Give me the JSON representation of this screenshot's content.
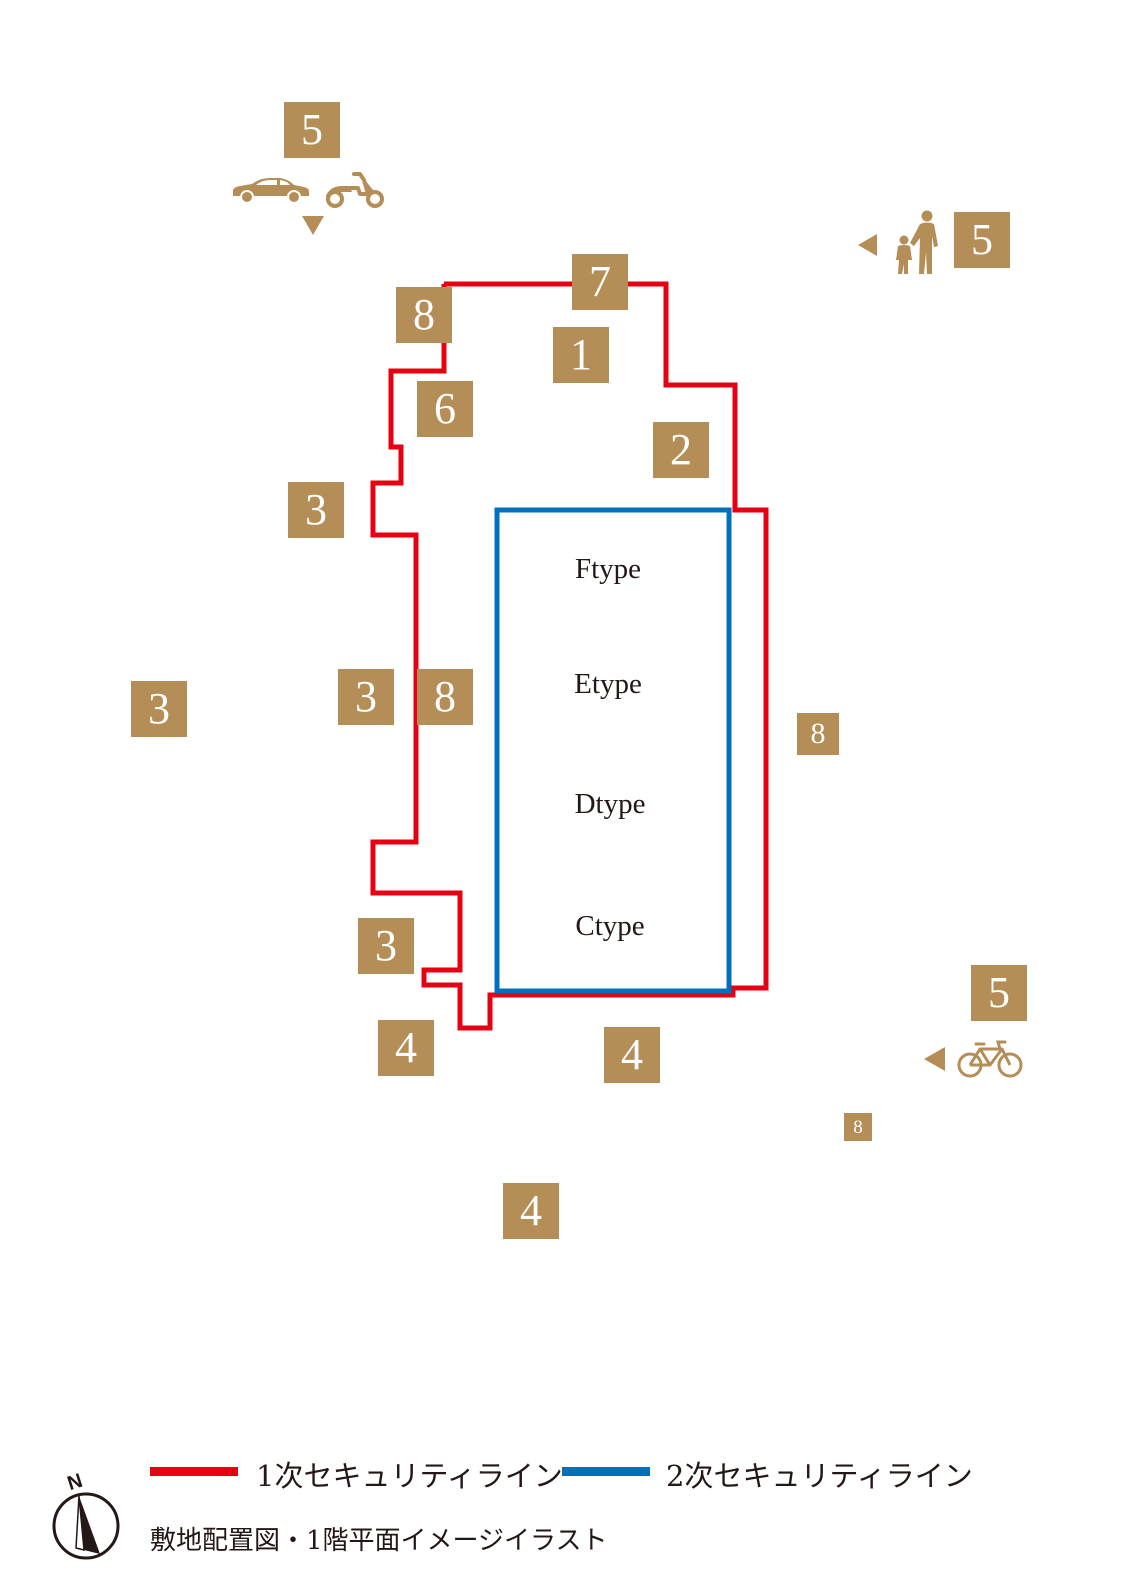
{
  "colors": {
    "primary_line": "#e60012",
    "secondary_line": "#0070bd",
    "marker_bg": "#b58d57",
    "icon_color": "#b58d57"
  },
  "markers": {
    "car_entrance": "5",
    "pedestrian_entrance": "5",
    "bicycle_entrance": "5",
    "top_center": "7",
    "top_left": "8",
    "inner_top": "1",
    "inner_left": "6",
    "inner_right": "2",
    "left_upper": "3",
    "far_left": "3",
    "left_middle": "3",
    "inner_left_middle": "8",
    "right_middle": "8",
    "left_lower": "3",
    "bottom_left": "4",
    "bottom_center": "4",
    "bottom_lower": "4",
    "bottom_right_small": "8"
  },
  "units": [
    "Ftype",
    "Etype",
    "Dtype",
    "Ctype"
  ],
  "legend": {
    "primary_label": "1次セキュリティライン",
    "secondary_label": "2次セキュリティライン"
  },
  "compass": {
    "north_label": "N"
  },
  "caption": "敷地配置図・1階平面イメージイラスト",
  "icons": [
    "car-icon",
    "scooter-icon",
    "pedestrian-family-icon",
    "bicycle-icon",
    "arrow-down-icon",
    "arrow-left-icon",
    "compass-icon"
  ]
}
